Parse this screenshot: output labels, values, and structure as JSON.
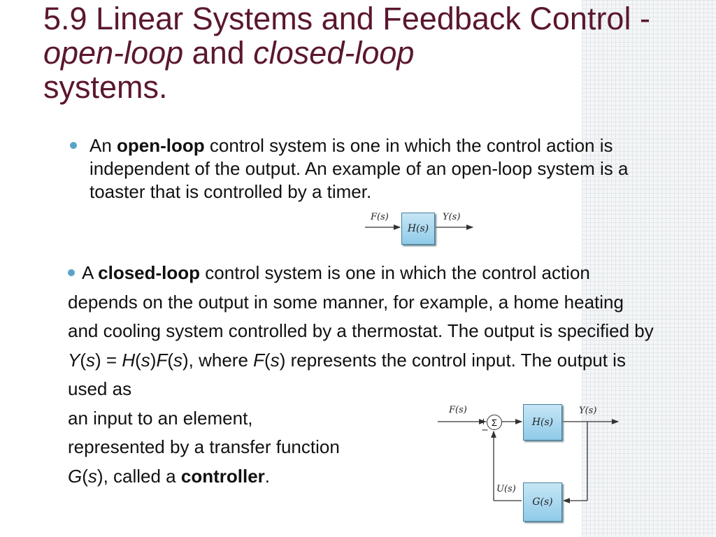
{
  "title": {
    "part1": "5.9 Linear Systems and Feedback Control - ",
    "open_loop": "open-loop",
    "and": " and ",
    "closed_loop": "closed-loop",
    "part2": " systems."
  },
  "bullet1": {
    "pre": "An ",
    "bold": "open-loop",
    "text": " control system is one in which the control action is independent of the output. An example of an open-loop system is a toaster that is controlled by a timer."
  },
  "bullet2": {
    "pre": "A ",
    "bold": "closed-loop",
    "text1": " control system is one in which the control action depends on the output in some manner, for example, a home heating and cooling system controlled by a thermostat. The output is specified by ",
    "eq_Y": "Y",
    "eq_s1": "s",
    "eq_mid": ") = ",
    "eq_H": "H",
    "eq_s2": "s",
    "eq_F": "F",
    "eq_s3": "s",
    "text2": "), where ",
    "F2": "F",
    "s4": "s",
    "text3": ") represents the control input. The output is used as",
    "line2": "an input to an element,",
    "line3": "represented by a transfer function",
    "G": "G",
    "s5": "s",
    "text4": "), called a ",
    "bold2": "controller",
    "end": "."
  },
  "open_diagram": {
    "input": "F(s)",
    "block": "H(s)",
    "output": "Y(s)"
  },
  "closed_diagram": {
    "input": "F(s)",
    "sum": "Σ",
    "plus": "+",
    "minus": "−",
    "forward": "H(s)",
    "output": "Y(s)",
    "feedback_signal": "U(s)",
    "controller": "G(s)"
  }
}
